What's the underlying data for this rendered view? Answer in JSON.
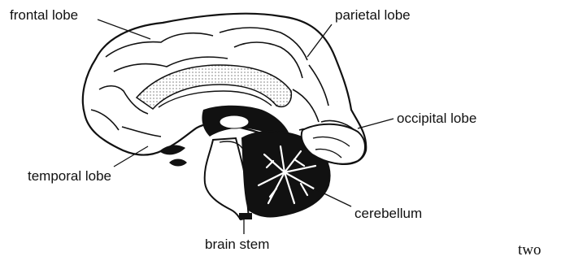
{
  "labels": {
    "frontal_lobe": "frontal lobe",
    "parietal_lobe": "parietal lobe",
    "occipital_lobe": "occipital lobe",
    "temporal_lobe": "temporal lobe",
    "cerebellum": "cerebellum",
    "brain_stem": "brain stem"
  },
  "page_number": "two"
}
